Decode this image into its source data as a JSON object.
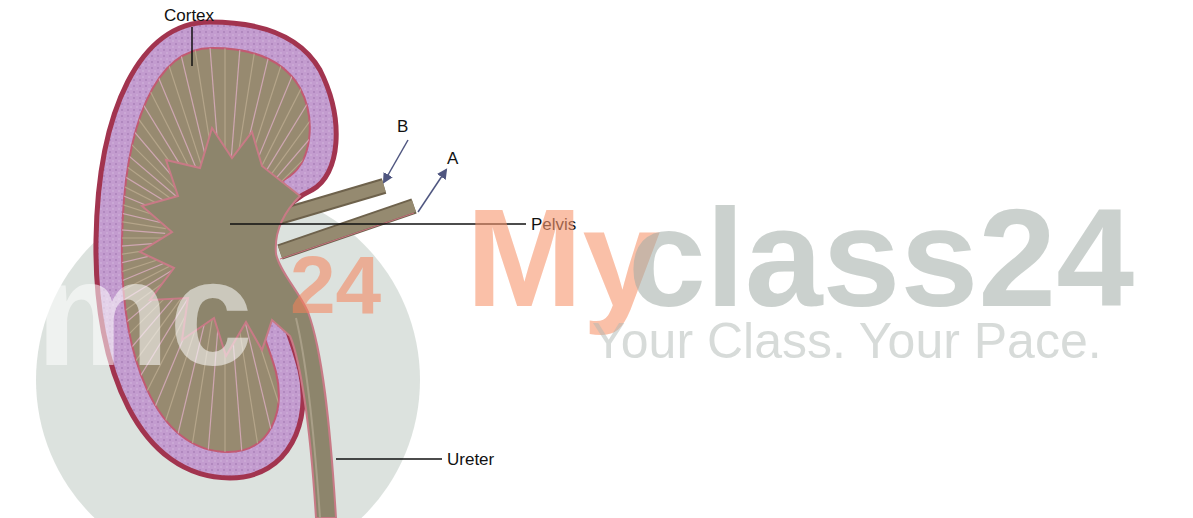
{
  "diagram": {
    "labels": [
      "Cortex",
      "B",
      "A",
      "Pelvis",
      "Ureter",
      "mc",
      "24",
      "My",
      "class24",
      "Your Class. Your Pace."
    ]
  }
}
